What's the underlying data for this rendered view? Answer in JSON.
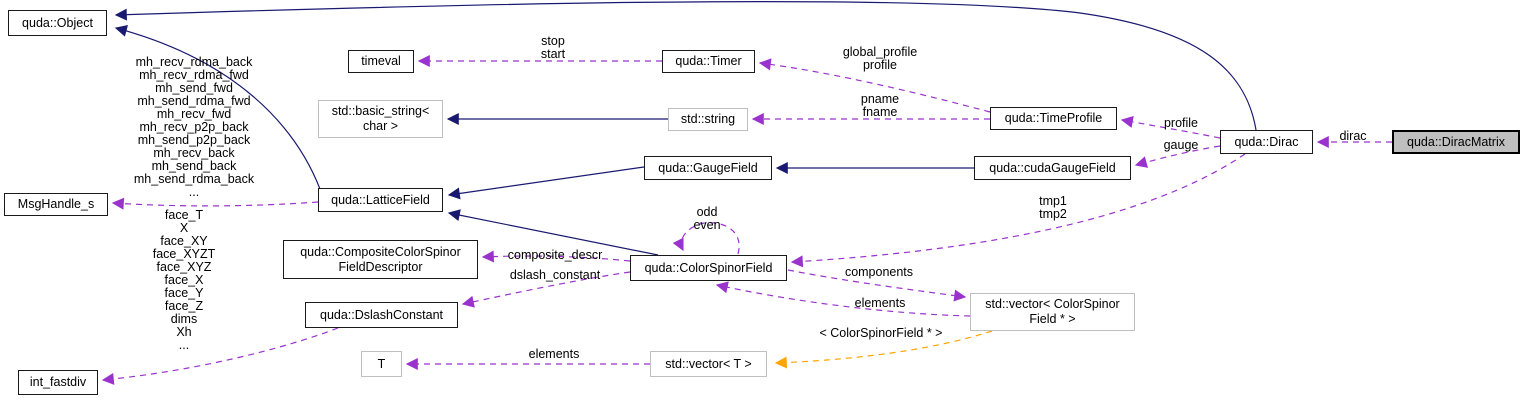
{
  "diagram_type": "doxygen-collaboration-graph",
  "focused_class": "quda::DiracMatrix",
  "colors": {
    "inheritance_edge": "#191970",
    "usage_edge": "#9a32cd",
    "template_edge": "#ffa500",
    "focused_node_fill": "#bfbfbf",
    "node_border": "#000000",
    "external_node_border": "#bfbfbf",
    "background": "#ffffff"
  },
  "nodes": {
    "object": {
      "label": "quda::Object"
    },
    "timeval": {
      "label": "timeval"
    },
    "timer": {
      "label": "quda::Timer"
    },
    "basic_string": {
      "label": "std::basic_string<\nchar >"
    },
    "string": {
      "label": "std::string"
    },
    "time_profile": {
      "label": "quda::TimeProfile"
    },
    "gauge_field": {
      "label": "quda::GaugeField"
    },
    "cuda_gauge_field": {
      "label": "quda::cudaGaugeField"
    },
    "dirac": {
      "label": "quda::Dirac"
    },
    "dirac_matrix": {
      "label": "quda::DiracMatrix"
    },
    "msg_handle": {
      "label": "MsgHandle_s"
    },
    "lattice_field": {
      "label": "quda::LatticeField"
    },
    "composite_descriptor": {
      "label": "quda::CompositeColorSpinor\nFieldDescriptor"
    },
    "color_spinor_field": {
      "label": "quda::ColorSpinorField"
    },
    "dslash_constant": {
      "label": "quda::DslashConstant"
    },
    "vector_csf": {
      "label": "std::vector< ColorSpinor\nField * >"
    },
    "t": {
      "label": "T"
    },
    "vector_t": {
      "label": "std::vector< T >"
    },
    "int_fastdiv": {
      "label": "int_fastdiv"
    }
  },
  "labels": {
    "stop_start": "stop\nstart",
    "global_profile": "global_profile\nprofile",
    "pname_fname": "pname\nfname",
    "profile": "profile",
    "gauge": "gauge",
    "dirac": "dirac",
    "tmp": "tmp1\ntmp2",
    "odd_even": "odd\neven",
    "components": "components",
    "elements_vector": "elements",
    "elements_t": "elements",
    "composite_descr": "composite_descr",
    "dslash_constant": "dslash_constant",
    "template_instance": "< ColorSpinorField * >",
    "msg_handle_members": "mh_recv_rdma_back\nmh_recv_rdma_fwd\nmh_send_fwd\nmh_send_rdma_fwd\nmh_recv_fwd\nmh_recv_p2p_back\nmh_send_p2p_back\nmh_recv_back\nmh_send_back\nmh_send_rdma_back\n...",
    "fastdiv_members": "face_T\nX\nface_XY\nface_XYZT\nface_XYZ\nface_X\nface_Y\nface_Z\ndims\nXh\n..."
  }
}
